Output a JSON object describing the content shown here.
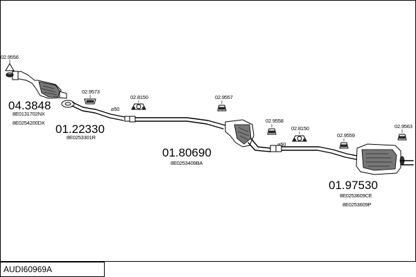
{
  "title": "AUDI60969A",
  "parts": [
    {
      "number": "04.3848",
      "refs": [
        "8E0131702NX",
        "8E0254200DX"
      ]
    },
    {
      "number": "01.22330",
      "refs": [
        "8E0253301R"
      ]
    },
    {
      "number": "01.80690",
      "refs": [
        "8E0253409BA"
      ]
    },
    {
      "number": "01.97530",
      "refs": [
        "8E0253609CE",
        "8E0253609P"
      ]
    }
  ],
  "fittings": {
    "f1": "02.9556",
    "f2": "02.9573",
    "f3": "02.8150",
    "f4": "02.9557",
    "f5": "02.9558",
    "f6": "02.8150",
    "f7": "02.9559",
    "f8": "02.9563"
  },
  "diameters": {
    "d1": "⌀50",
    "d2": "⌀50"
  }
}
